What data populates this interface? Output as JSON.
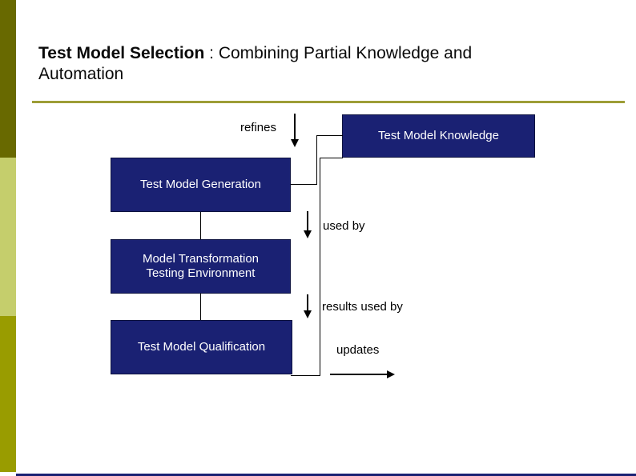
{
  "slide": {
    "title": {
      "bold": "Test Model Selection",
      "rest": " : Combining Partial Knowledge and",
      "line2": "Automation"
    }
  },
  "diagram": {
    "boxes": {
      "knowledge": {
        "label": "Test Model Knowledge"
      },
      "generation": {
        "label": "Test Model Generation"
      },
      "transformation": {
        "line1": "Model Transformation",
        "line2": "Testing Environment"
      },
      "qualification": {
        "label": "Test Model Qualification"
      }
    },
    "edge_labels": {
      "refines": "refines",
      "used_by": "used by",
      "results_used_by": "results used by",
      "updates": "updates"
    }
  },
  "colors": {
    "box-fill": "#1A2173",
    "accent-dark": "#686900",
    "accent-light": "#C5CE6C",
    "accent-med": "#999C00",
    "rule": "#9D9D37",
    "bottom-bar": "#1A2173"
  }
}
